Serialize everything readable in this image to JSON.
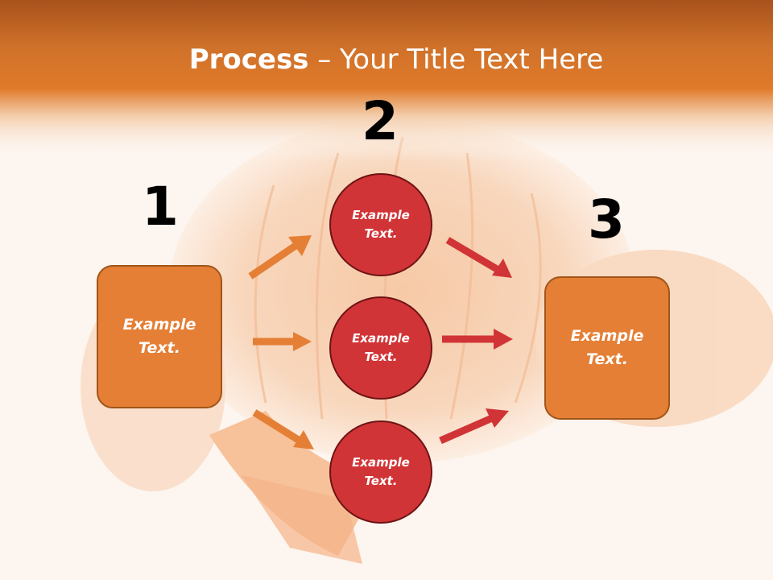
{
  "title": {
    "bold": "Process",
    "rest": " – Your Title Text Here"
  },
  "step_numbers": [
    "1",
    "2",
    "3"
  ],
  "left_box": "Example\nText.",
  "circles": [
    "Example\nText.",
    "Example\nText.",
    "Example\nText."
  ],
  "right_box": "Example\nText.",
  "colors": {
    "header": "#d4742a",
    "box_fill": "#e47f35",
    "circle_fill": "#d13436",
    "arrow_orange": "#e47f35",
    "arrow_red": "#d13436"
  }
}
